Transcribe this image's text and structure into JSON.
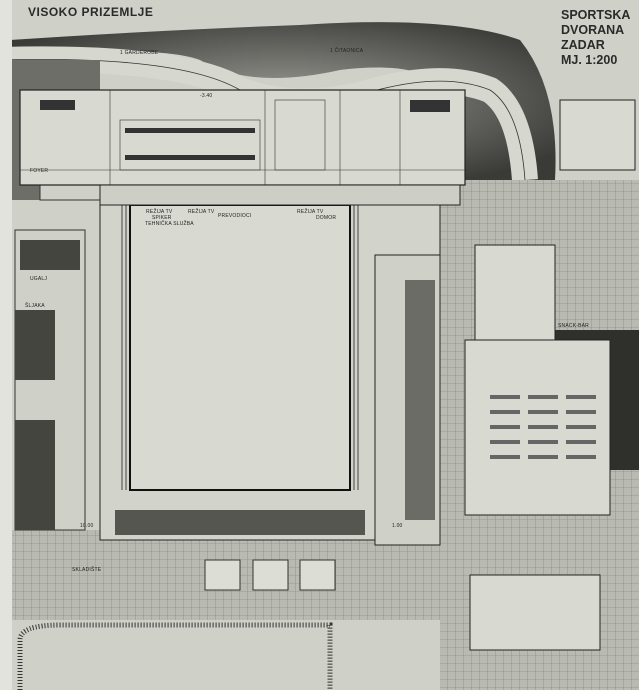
{
  "heading": "VISOKO PRIZEMLJE",
  "title": [
    "SPORTSKA",
    "DVORANA",
    "ZADAR",
    "MJ. 1:200"
  ],
  "labels": {
    "foyer": "FOYER",
    "ugalj": "UGALJ",
    "sljaka": "ŠLJAKA",
    "rezija_tv_1": "REŽIJA TV",
    "spiker": "SPIKER",
    "tehnicka": "TEHNIČKA SLUŽBA",
    "rezija_tv_2": "REŽIJA TV",
    "prevodioci": "PREVODIOCI",
    "rezija_tv_3": "REŽIJA TV",
    "domor": "DOMOR",
    "snack": "SNACK-BAR",
    "citaonica": "1 ČITAONICA",
    "garderobe": "1 GARDEROBE",
    "lev_340": "-3.40",
    "lev_1000": "10.00",
    "lev_100": "1.00",
    "skladiste": "SKLADIŠTE"
  }
}
